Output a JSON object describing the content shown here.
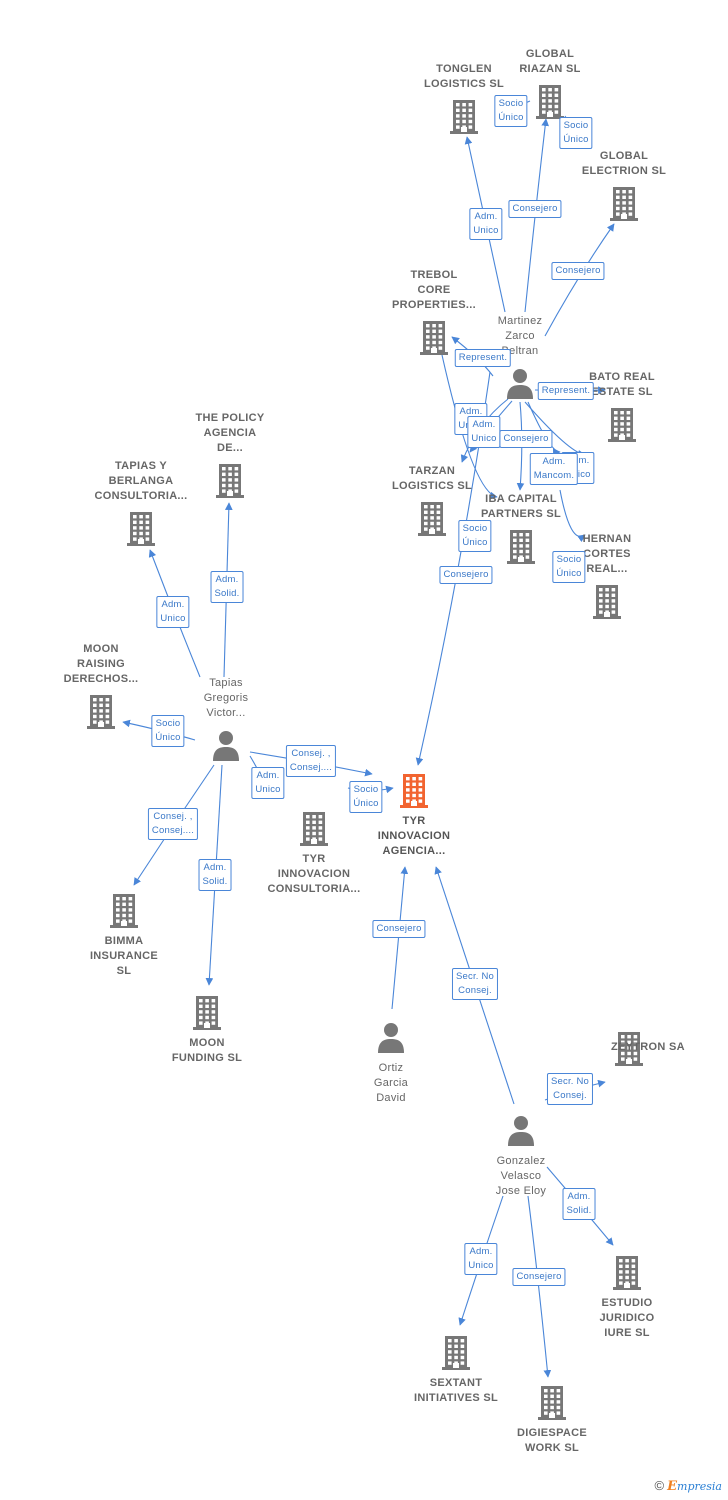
{
  "colors": {
    "edge": "#4a86d8",
    "icon": "#777777",
    "main_icon": "#f26430",
    "label_border": "#4a86d8"
  },
  "icons": {
    "company": "building-icon",
    "person": "person-icon"
  },
  "nodes": [
    {
      "id": "tyr_agencia",
      "type": "main",
      "lines": [
        "TYR",
        "INNOVACION",
        "AGENCIA..."
      ]
    },
    {
      "id": "tyr_consultoria",
      "type": "company",
      "lines": [
        "TYR",
        "INNOVACION",
        "CONSULTORIA..."
      ]
    },
    {
      "id": "tonglen",
      "type": "company",
      "lines": [
        "TONGLEN",
        "LOGISTICS SL"
      ]
    },
    {
      "id": "global_riazan",
      "type": "company",
      "lines": [
        "GLOBAL",
        "RIAZAN SL"
      ]
    },
    {
      "id": "global_electrion",
      "type": "company",
      "lines": [
        "GLOBAL",
        "ELECTRION SL"
      ]
    },
    {
      "id": "trebol",
      "type": "company",
      "lines": [
        "TREBOL",
        "CORE",
        "PROPERTIES..."
      ]
    },
    {
      "id": "martinez",
      "type": "person",
      "lines": [
        "Martinez",
        "Zarco",
        "Beltran"
      ]
    },
    {
      "id": "bato",
      "type": "company",
      "lines": [
        "BATO REAL",
        "ESTATE SL"
      ]
    },
    {
      "id": "tarzan",
      "type": "company",
      "lines": [
        "TARZAN",
        "LOGISTICS SL"
      ]
    },
    {
      "id": "iba",
      "type": "company",
      "lines": [
        "IBA CAPITAL",
        "PARTNERS SL"
      ]
    },
    {
      "id": "hernan",
      "type": "company",
      "lines": [
        "HERNAN",
        "CORTES",
        "REAL..."
      ]
    },
    {
      "id": "policy",
      "type": "company",
      "lines": [
        "THE POLICY",
        "AGENCIA",
        "DE..."
      ]
    },
    {
      "id": "tapias_berlanga",
      "type": "company",
      "lines": [
        "TAPIAS Y",
        "BERLANGA",
        "CONSULTORIA..."
      ]
    },
    {
      "id": "moon_raising",
      "type": "company",
      "lines": [
        "MOON",
        "RAISING",
        "DERECHOS..."
      ]
    },
    {
      "id": "tapias",
      "type": "person",
      "lines": [
        "Tapias",
        "Gregoris",
        "Victor..."
      ]
    },
    {
      "id": "bimma",
      "type": "company",
      "lines": [
        "BIMMA",
        "INSURANCE",
        "SL"
      ]
    },
    {
      "id": "moon_funding",
      "type": "company",
      "lines": [
        "MOON",
        "FUNDING SL"
      ]
    },
    {
      "id": "ortiz",
      "type": "person",
      "lines": [
        "Ortiz",
        "Garcia",
        "David"
      ]
    },
    {
      "id": "zeytron",
      "type": "company",
      "lines": [
        "ZEYTRON SA"
      ]
    },
    {
      "id": "gonzalez",
      "type": "person",
      "lines": [
        "Gonzalez",
        "Velasco",
        "Jose Eloy"
      ]
    },
    {
      "id": "estudio",
      "type": "company",
      "lines": [
        "ESTUDIO",
        "JURIDICO",
        "IURE SL"
      ]
    },
    {
      "id": "sextant",
      "type": "company",
      "lines": [
        "SEXTANT",
        "INITIATIVES SL"
      ]
    },
    {
      "id": "digiespace",
      "type": "company",
      "lines": [
        "DIGIESPACE",
        "WORK SL"
      ]
    }
  ],
  "edges": [
    {
      "from": "martinez",
      "to": "tonglen",
      "lines": [
        "Adm.",
        "Unico"
      ]
    },
    {
      "from": "martinez",
      "to": "global_riazan",
      "lines": [
        "Consejero"
      ]
    },
    {
      "from": "global_riazan",
      "to": "tonglen",
      "lines": [
        "Socio",
        "Único"
      ]
    },
    {
      "from": "global_riazan",
      "to": "global_electrion",
      "lines": [
        "Socio",
        "Único"
      ]
    },
    {
      "from": "martinez",
      "to": "global_electrion",
      "lines": [
        "Consejero"
      ]
    },
    {
      "from": "martinez",
      "to": "trebol",
      "lines": [
        "Represent."
      ]
    },
    {
      "from": "martinez",
      "to": "bato",
      "lines": [
        "Represent."
      ]
    },
    {
      "from": "martinez",
      "to": "tarzan",
      "lines": [
        "Adm.",
        "Unico"
      ]
    },
    {
      "from": "martinez",
      "to": "tarzan",
      "lines": [
        "Adm.",
        "Unico"
      ]
    },
    {
      "from": "martinez",
      "to": "iba",
      "lines": [
        "Consejero"
      ]
    },
    {
      "from": "martinez",
      "to": "hernan",
      "lines": [
        "Adm.",
        "Unico"
      ]
    },
    {
      "from": "martinez",
      "to": "hernan",
      "lines": [
        "Adm.",
        "Mancom."
      ]
    },
    {
      "from": "trebol",
      "to": "iba",
      "lines": [
        "Socio",
        "Único"
      ]
    },
    {
      "from": "iba",
      "to": "hernan",
      "lines": [
        "Socio",
        "Único"
      ]
    },
    {
      "from": "martinez",
      "to": "tyr_agencia",
      "lines": [
        "Consejero"
      ]
    },
    {
      "from": "tapias",
      "to": "tapias_berlanga",
      "lines": [
        "Adm.",
        "Unico"
      ]
    },
    {
      "from": "tapias",
      "to": "policy",
      "lines": [
        "Adm.",
        "Solid."
      ]
    },
    {
      "from": "tapias",
      "to": "moon_raising",
      "lines": [
        "Socio",
        "Único"
      ]
    },
    {
      "from": "tapias",
      "to": "tyr_agencia",
      "lines": [
        "Consej. ,",
        "Consej...."
      ]
    },
    {
      "from": "tapias",
      "to": "tyr_consultoria",
      "lines": [
        "Adm.",
        "Unico"
      ]
    },
    {
      "from": "tyr_consultoria",
      "to": "tyr_agencia",
      "lines": [
        "Socio",
        "Único"
      ]
    },
    {
      "from": "tapias",
      "to": "bimma",
      "lines": [
        "Consej. ,",
        "Consej...."
      ]
    },
    {
      "from": "tapias",
      "to": "moon_funding",
      "lines": [
        "Adm.",
        "Solid."
      ]
    },
    {
      "from": "ortiz",
      "to": "tyr_agencia",
      "lines": [
        "Consejero"
      ]
    },
    {
      "from": "gonzalez",
      "to": "tyr_agencia",
      "lines": [
        "Secr. No",
        "Consej."
      ]
    },
    {
      "from": "gonzalez",
      "to": "zeytron",
      "lines": [
        "Secr. No",
        "Consej."
      ]
    },
    {
      "from": "gonzalez",
      "to": "estudio",
      "lines": [
        "Adm.",
        "Solid."
      ]
    },
    {
      "from": "gonzalez",
      "to": "sextant",
      "lines": [
        "Adm.",
        "Unico"
      ]
    },
    {
      "from": "gonzalez",
      "to": "digiespace",
      "lines": [
        "Consejero"
      ]
    }
  ],
  "footer": {
    "copyright": "©",
    "brand_initial": "E",
    "brand_rest": "mpresia"
  }
}
